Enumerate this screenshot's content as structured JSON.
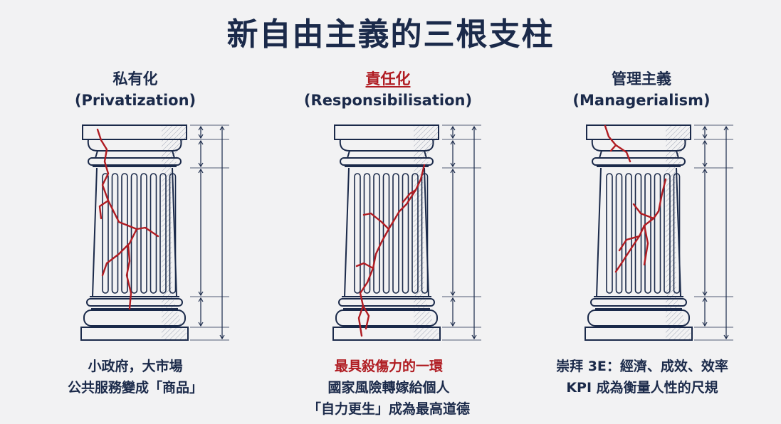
{
  "title": "新自由主義的三根支柱",
  "pillars": [
    {
      "name_zh": "私有化",
      "name_en": "(Privatization)",
      "highlight": false,
      "desc": [
        "小政府，大市場",
        "公共服務變成「商品」"
      ]
    },
    {
      "name_zh": "責任化",
      "name_en": "(Responsibilisation)",
      "highlight": true,
      "desc_highlight": "最具殺傷力的一環",
      "desc": [
        "國家風險轉嫁給個人",
        "「自力更生」成為最高道德"
      ]
    },
    {
      "name_zh": "管理主義",
      "name_en": "(Managerialism)",
      "highlight": false,
      "desc": [
        "崇拜 3E：經濟、成效、效率",
        "KPI 成為衡量人性的尺規"
      ]
    }
  ],
  "colors": {
    "ink": "#1b2a4a",
    "crack": "#b01c22",
    "background": "#f2f2f3"
  }
}
